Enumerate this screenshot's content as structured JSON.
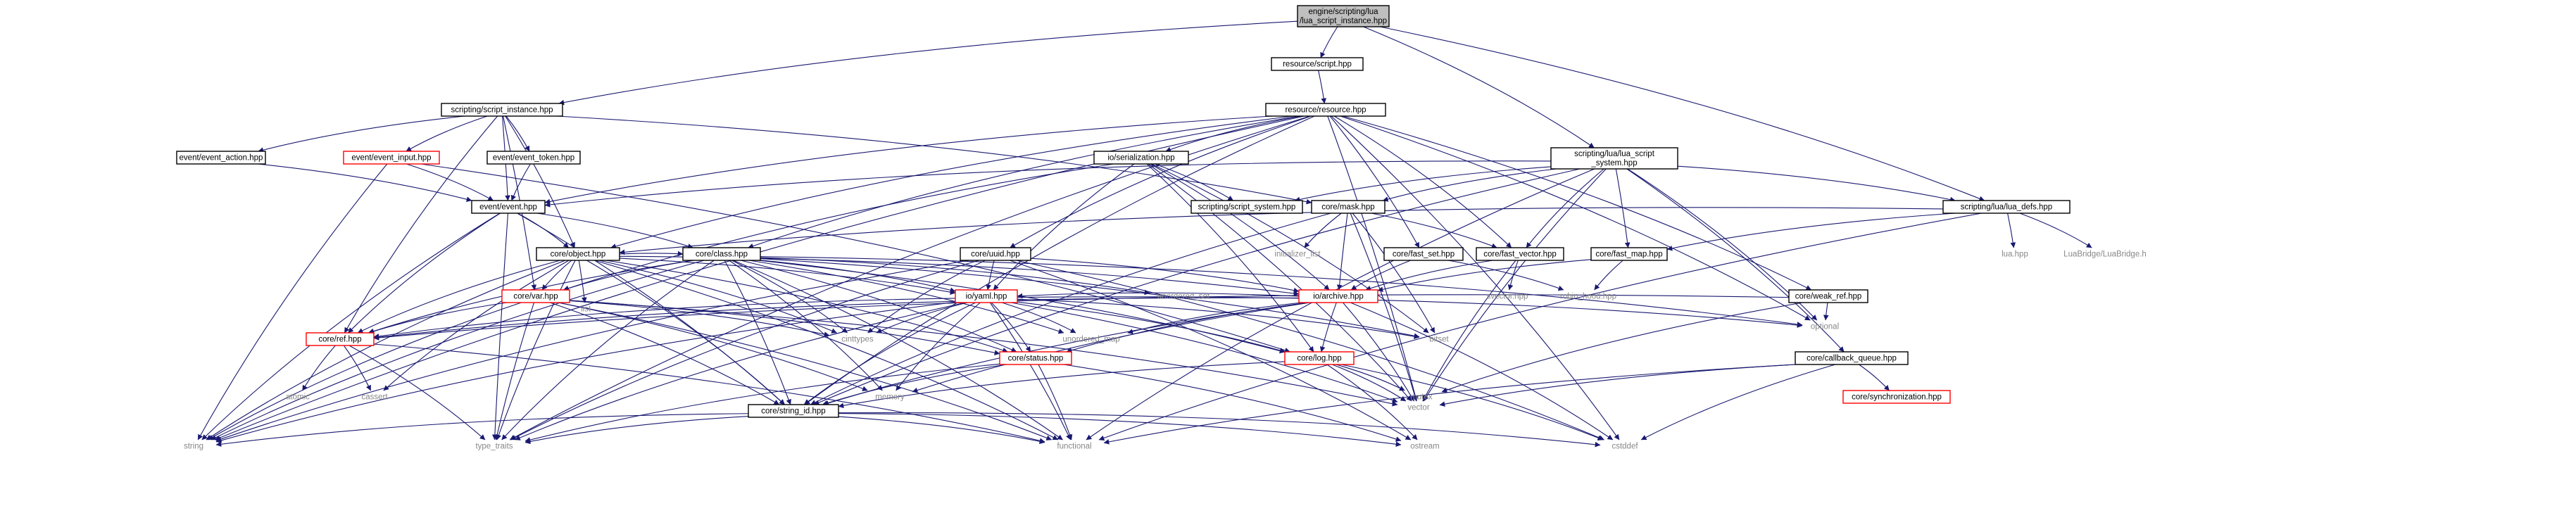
{
  "title": "",
  "colors": {
    "edge": "#191970",
    "root_fill": "#bfbfbf",
    "node_border": "#000000",
    "missing_border": "#ff0000",
    "external_text": "#888888"
  },
  "nodes": [
    {
      "id": "root",
      "lines": [
        "engine/scripting/lua",
        "/lua_script_instance.hpp"
      ],
      "kind": "root"
    },
    {
      "id": "resource_script",
      "lines": [
        "resource/script.hpp"
      ],
      "kind": "normal"
    },
    {
      "id": "script_instance",
      "lines": [
        "scripting/script_instance.hpp"
      ],
      "kind": "normal"
    },
    {
      "id": "resource",
      "lines": [
        "resource/resource.hpp"
      ],
      "kind": "normal"
    },
    {
      "id": "lua_script_system",
      "lines": [
        "scripting/lua/lua_script",
        "_system.hpp"
      ],
      "kind": "normal"
    },
    {
      "id": "lua_defs",
      "lines": [
        "scripting/lua/lua_defs.hpp"
      ],
      "kind": "normal"
    },
    {
      "id": "event_action",
      "lines": [
        "event/event_action.hpp"
      ],
      "kind": "normal"
    },
    {
      "id": "event_input",
      "lines": [
        "event/event_input.hpp"
      ],
      "kind": "missing"
    },
    {
      "id": "event_token",
      "lines": [
        "event/event_token.hpp"
      ],
      "kind": "normal"
    },
    {
      "id": "event",
      "lines": [
        "event/event.hpp"
      ],
      "kind": "normal"
    },
    {
      "id": "serialization",
      "lines": [
        "io/serialization.hpp"
      ],
      "kind": "normal"
    },
    {
      "id": "script_system",
      "lines": [
        "scripting/script_system.hpp"
      ],
      "kind": "normal"
    },
    {
      "id": "mask",
      "lines": [
        "core/mask.hpp"
      ],
      "kind": "normal"
    },
    {
      "id": "object",
      "lines": [
        "core/object.hpp"
      ],
      "kind": "normal"
    },
    {
      "id": "class",
      "lines": [
        "core/class.hpp"
      ],
      "kind": "normal"
    },
    {
      "id": "uuid",
      "lines": [
        "core/uuid.hpp"
      ],
      "kind": "normal"
    },
    {
      "id": "initializer_list",
      "lines": [
        "initializer_list"
      ],
      "kind": "external"
    },
    {
      "id": "fast_set",
      "lines": [
        "core/fast_set.hpp"
      ],
      "kind": "normal"
    },
    {
      "id": "fast_vector",
      "lines": [
        "core/fast_vector.hpp"
      ],
      "kind": "normal"
    },
    {
      "id": "fast_map",
      "lines": [
        "core/fast_map.hpp"
      ],
      "kind": "normal"
    },
    {
      "id": "lua_hpp",
      "lines": [
        "lua.hpp"
      ],
      "kind": "external"
    },
    {
      "id": "luabridge",
      "lines": [
        "LuaBridge/LuaBridge.h"
      ],
      "kind": "external"
    },
    {
      "id": "list",
      "lines": [
        "list"
      ],
      "kind": "external"
    },
    {
      "id": "var",
      "lines": [
        "core/var.hpp"
      ],
      "kind": "missing"
    },
    {
      "id": "yaml",
      "lines": [
        "io/yaml.hpp"
      ],
      "kind": "missing"
    },
    {
      "id": "unordered_set",
      "lines": [
        "unordered_set"
      ],
      "kind": "external"
    },
    {
      "id": "archive",
      "lines": [
        "io/archive.hpp"
      ],
      "kind": "missing"
    },
    {
      "id": "svector",
      "lines": [
        "svector.hpp"
      ],
      "kind": "external"
    },
    {
      "id": "robin_hood",
      "lines": [
        "robin_hood.hpp"
      ],
      "kind": "external"
    },
    {
      "id": "weak_ref",
      "lines": [
        "core/weak_ref.hpp"
      ],
      "kind": "normal"
    },
    {
      "id": "optional",
      "lines": [
        "optional"
      ],
      "kind": "external"
    },
    {
      "id": "ref",
      "lines": [
        "core/ref.hpp"
      ],
      "kind": "missing"
    },
    {
      "id": "cinttypes",
      "lines": [
        "cinttypes"
      ],
      "kind": "external"
    },
    {
      "id": "unordered_map",
      "lines": [
        "unordered_map"
      ],
      "kind": "external"
    },
    {
      "id": "bitset",
      "lines": [
        "bitset"
      ],
      "kind": "external"
    },
    {
      "id": "status",
      "lines": [
        "core/status.hpp"
      ],
      "kind": "missing"
    },
    {
      "id": "log",
      "lines": [
        "core/log.hpp"
      ],
      "kind": "missing"
    },
    {
      "id": "callback_queue",
      "lines": [
        "core/callback_queue.hpp"
      ],
      "kind": "normal"
    },
    {
      "id": "atomic",
      "lines": [
        "atomic"
      ],
      "kind": "external"
    },
    {
      "id": "cassert",
      "lines": [
        "cassert"
      ],
      "kind": "external"
    },
    {
      "id": "memory",
      "lines": [
        "memory"
      ],
      "kind": "external"
    },
    {
      "id": "mutex",
      "lines": [
        "mutex"
      ],
      "kind": "external"
    },
    {
      "id": "vector",
      "lines": [
        "vector"
      ],
      "kind": "external"
    },
    {
      "id": "synchronization",
      "lines": [
        "core/synchronization.hpp"
      ],
      "kind": "missing"
    },
    {
      "id": "string_id",
      "lines": [
        "core/string_id.hpp"
      ],
      "kind": "normal"
    },
    {
      "id": "string",
      "lines": [
        "string"
      ],
      "kind": "external"
    },
    {
      "id": "type_traits",
      "lines": [
        "type_traits"
      ],
      "kind": "external"
    },
    {
      "id": "functional",
      "lines": [
        "functional"
      ],
      "kind": "external"
    },
    {
      "id": "ostream",
      "lines": [
        "ostream"
      ],
      "kind": "external"
    },
    {
      "id": "cstddef",
      "lines": [
        "cstddef"
      ],
      "kind": "external"
    }
  ],
  "edges": [
    [
      "root",
      "resource_script"
    ],
    [
      "root",
      "script_instance"
    ],
    [
      "root",
      "lua_script_system"
    ],
    [
      "root",
      "lua_defs"
    ],
    [
      "resource_script",
      "resource"
    ],
    [
      "script_instance",
      "event_action"
    ],
    [
      "script_instance",
      "event_input"
    ],
    [
      "script_instance",
      "event_token"
    ],
    [
      "script_instance",
      "event"
    ],
    [
      "script_instance",
      "mask"
    ],
    [
      "script_instance",
      "object"
    ],
    [
      "script_instance",
      "var"
    ],
    [
      "script_instance",
      "ref"
    ],
    [
      "resource",
      "event"
    ],
    [
      "resource",
      "serialization"
    ],
    [
      "resource",
      "object"
    ],
    [
      "resource",
      "class"
    ],
    [
      "resource",
      "uuid"
    ],
    [
      "resource",
      "fast_set"
    ],
    [
      "resource",
      "fast_vector"
    ],
    [
      "resource",
      "weak_ref"
    ],
    [
      "resource",
      "optional"
    ],
    [
      "resource",
      "string_id"
    ],
    [
      "resource",
      "string"
    ],
    [
      "resource",
      "vector"
    ],
    [
      "resource",
      "cstddef"
    ],
    [
      "resource",
      "type_traits"
    ],
    [
      "lua_script_system",
      "script_system"
    ],
    [
      "lua_script_system",
      "mask"
    ],
    [
      "lua_script_system",
      "event"
    ],
    [
      "lua_script_system",
      "fast_vector"
    ],
    [
      "lua_script_system",
      "fast_map"
    ],
    [
      "lua_script_system",
      "lua_defs"
    ],
    [
      "lua_script_system",
      "callback_queue"
    ],
    [
      "lua_script_system",
      "optional"
    ],
    [
      "lua_script_system",
      "vector"
    ],
    [
      "lua_script_system",
      "string_id"
    ],
    [
      "lua_script_system",
      "functional"
    ],
    [
      "lua_defs",
      "lua_hpp"
    ],
    [
      "lua_defs",
      "luabridge"
    ],
    [
      "lua_defs",
      "object"
    ],
    [
      "lua_defs",
      "fast_map"
    ],
    [
      "lua_defs",
      "functional"
    ],
    [
      "event_action",
      "event"
    ],
    [
      "event_input",
      "event"
    ],
    [
      "event_input",
      "string"
    ],
    [
      "event_input",
      "log"
    ],
    [
      "event_token",
      "event"
    ],
    [
      "event",
      "object"
    ],
    [
      "event",
      "class"
    ],
    [
      "event",
      "string_id"
    ],
    [
      "event",
      "ref"
    ],
    [
      "event",
      "string"
    ],
    [
      "event",
      "type_traits"
    ],
    [
      "serialization",
      "yaml"
    ],
    [
      "serialization",
      "archive"
    ],
    [
      "serialization",
      "var"
    ],
    [
      "serialization",
      "script_system"
    ],
    [
      "serialization",
      "log"
    ],
    [
      "serialization",
      "bitset"
    ],
    [
      "serialization",
      "vector"
    ],
    [
      "mask",
      "initializer_list"
    ],
    [
      "mask",
      "fast_vector"
    ],
    [
      "mask",
      "archive"
    ],
    [
      "mask",
      "bitset"
    ],
    [
      "mask",
      "vector"
    ],
    [
      "mask",
      "string_id"
    ],
    [
      "object",
      "list"
    ],
    [
      "object",
      "var"
    ],
    [
      "object",
      "ref"
    ],
    [
      "object",
      "class"
    ],
    [
      "object",
      "status"
    ],
    [
      "object",
      "yaml"
    ],
    [
      "object",
      "archive"
    ],
    [
      "object",
      "string_id"
    ],
    [
      "object",
      "string"
    ],
    [
      "object",
      "type_traits"
    ],
    [
      "object",
      "cassert"
    ],
    [
      "object",
      "functional"
    ],
    [
      "object",
      "cinttypes"
    ],
    [
      "class",
      "var"
    ],
    [
      "class",
      "ref"
    ],
    [
      "class",
      "status"
    ],
    [
      "class",
      "yaml"
    ],
    [
      "class",
      "unordered_set"
    ],
    [
      "class",
      "unordered_map"
    ],
    [
      "class",
      "optional"
    ],
    [
      "class",
      "string_id"
    ],
    [
      "class",
      "memory"
    ],
    [
      "class",
      "functional"
    ],
    [
      "class",
      "cinttypes"
    ],
    [
      "class",
      "bitset"
    ],
    [
      "class",
      "string"
    ],
    [
      "class",
      "type_traits"
    ],
    [
      "class",
      "log"
    ],
    [
      "uuid",
      "yaml"
    ],
    [
      "uuid",
      "archive"
    ],
    [
      "uuid",
      "string"
    ],
    [
      "uuid",
      "cinttypes"
    ],
    [
      "uuid",
      "type_traits"
    ],
    [
      "uuid",
      "ostream"
    ],
    [
      "uuid",
      "cstddef"
    ],
    [
      "fast_set",
      "robin_hood"
    ],
    [
      "fast_set",
      "archive"
    ],
    [
      "fast_vector",
      "svector"
    ],
    [
      "fast_vector",
      "archive"
    ],
    [
      "fast_vector",
      "vector"
    ],
    [
      "fast_map",
      "robin_hood"
    ],
    [
      "fast_map",
      "archive"
    ],
    [
      "weak_ref",
      "ref"
    ],
    [
      "weak_ref",
      "optional"
    ],
    [
      "weak_ref",
      "mutex"
    ],
    [
      "var",
      "ref"
    ],
    [
      "var",
      "string_id"
    ],
    [
      "var",
      "status"
    ],
    [
      "var",
      "string"
    ],
    [
      "var",
      "vector"
    ],
    [
      "var",
      "type_traits"
    ],
    [
      "var",
      "memory"
    ],
    [
      "var",
      "functional"
    ],
    [
      "var",
      "cinttypes"
    ],
    [
      "yaml",
      "status"
    ],
    [
      "yaml",
      "ref"
    ],
    [
      "yaml",
      "cinttypes"
    ],
    [
      "yaml",
      "unordered_map"
    ],
    [
      "yaml",
      "string_id"
    ],
    [
      "yaml",
      "memory"
    ],
    [
      "yaml",
      "type_traits"
    ],
    [
      "yaml",
      "vector"
    ],
    [
      "yaml",
      "bitset"
    ],
    [
      "yaml",
      "string"
    ],
    [
      "yaml",
      "log"
    ],
    [
      "yaml",
      "functional"
    ],
    [
      "yaml",
      "optional"
    ],
    [
      "archive",
      "yaml"
    ],
    [
      "archive",
      "log"
    ],
    [
      "archive",
      "status"
    ],
    [
      "archive",
      "string_id"
    ],
    [
      "archive",
      "ref"
    ],
    [
      "archive",
      "unordered_map"
    ],
    [
      "archive",
      "vector"
    ],
    [
      "archive",
      "cstddef"
    ],
    [
      "archive",
      "memory"
    ],
    [
      "ref",
      "atomic"
    ],
    [
      "ref",
      "cassert"
    ],
    [
      "ref",
      "type_traits"
    ],
    [
      "ref",
      "functional"
    ],
    [
      "status",
      "string_id"
    ],
    [
      "status",
      "ostream"
    ],
    [
      "status",
      "functional"
    ],
    [
      "status",
      "type_traits"
    ],
    [
      "log",
      "string_id"
    ],
    [
      "log",
      "vector"
    ],
    [
      "log",
      "mutex"
    ],
    [
      "log",
      "cstddef"
    ],
    [
      "log",
      "ostream"
    ],
    [
      "callback_queue",
      "vector"
    ],
    [
      "callback_queue",
      "synchronization"
    ],
    [
      "callback_queue",
      "functional"
    ],
    [
      "callback_queue",
      "cstddef"
    ],
    [
      "string_id",
      "string"
    ],
    [
      "string_id",
      "type_traits"
    ],
    [
      "string_id",
      "functional"
    ],
    [
      "string_id",
      "ostream"
    ],
    [
      "string_id",
      "cstddef"
    ]
  ]
}
